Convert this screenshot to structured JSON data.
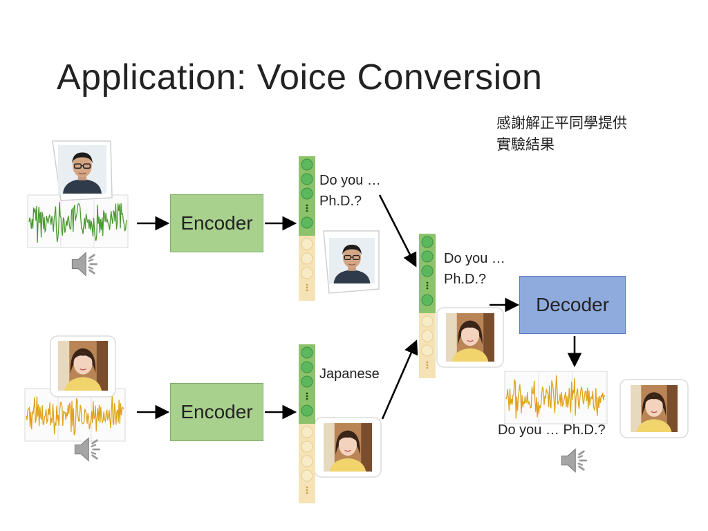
{
  "slide": {
    "title": "Application: Voice Conversion",
    "credit_line1": "感謝解正平同學提供",
    "credit_line2": "實驗結果"
  },
  "encoders": {
    "top_label": "Encoder",
    "bottom_label": "Encoder"
  },
  "decoder": {
    "label": "Decoder"
  },
  "captions": {
    "top_content_line1": "Do you …",
    "top_content_line2": "Ph.D.?",
    "merged_content_line1": "Do you …",
    "merged_content_line2": "Ph.D.?",
    "bottom_content": "Japanese",
    "output": "Do you … Ph.D.?"
  },
  "colors": {
    "green_wave": "#4a9a2f",
    "orange_wave": "#e0a21a",
    "content_code": "#5cb85c",
    "speaker_code": "#f5e3b5",
    "encoder_fill": "#a9d18e",
    "decoder_fill": "#8faadc"
  },
  "icons": [
    "speaker-icon",
    "photo-man",
    "photo-woman",
    "arrow-right",
    "arrow-down"
  ]
}
